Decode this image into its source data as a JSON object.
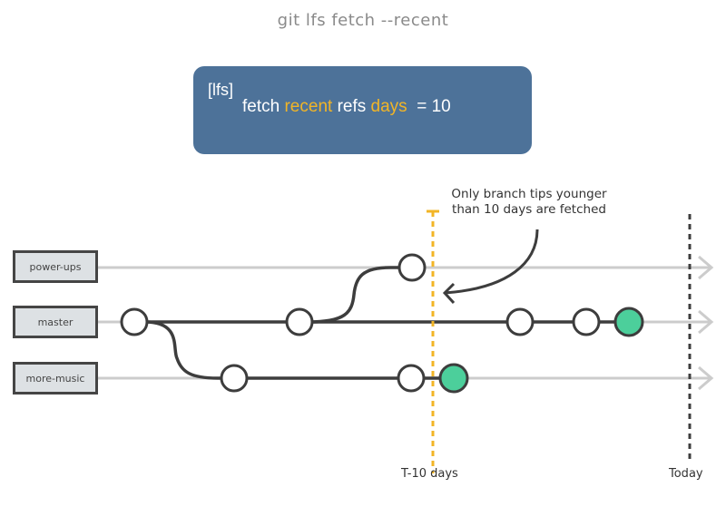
{
  "title": "git lfs fetch --recent",
  "config": {
    "section": "[lfs]",
    "parts": [
      {
        "text": "fetch ",
        "highlight": false
      },
      {
        "text": "recent",
        "highlight": true
      },
      {
        "text": " refs ",
        "highlight": false
      },
      {
        "text": "days",
        "highlight": true
      },
      {
        "text": "  = 10",
        "highlight": false
      }
    ]
  },
  "branches": [
    {
      "name": "power-ups"
    },
    {
      "name": "master"
    },
    {
      "name": "more-music"
    }
  ],
  "annotation": {
    "line1": "Only branch tips younger",
    "line2": "than 10 days are fetched"
  },
  "timeline": {
    "cutoff_label": "T-10 days",
    "today_label": "Today"
  },
  "colors": {
    "config_bg": "#4d7299",
    "highlight": "#f2b526",
    "fetched_commit": "#4ccf9b",
    "cutoff_line": "#f2b526",
    "branch_line": "#cccccc",
    "commit_line": "#3d3d3d"
  }
}
